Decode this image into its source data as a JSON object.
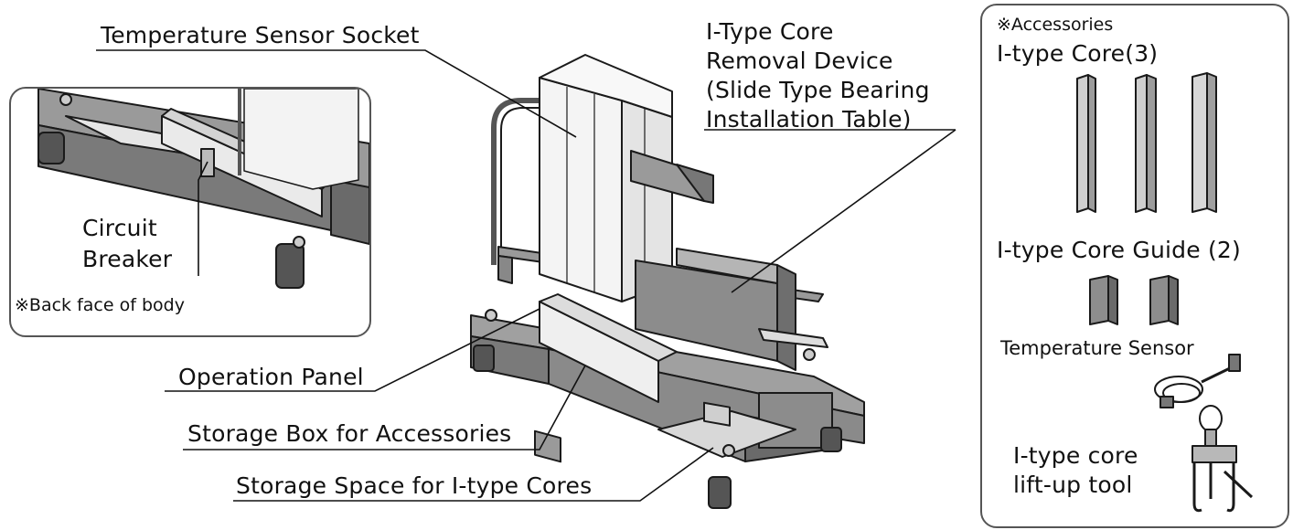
{
  "labels": {
    "temp_socket": "Temperature Sensor Socket",
    "core_removal_line1": "I-Type Core",
    "core_removal_line2": "Removal Device",
    "core_removal_line3": "(Slide Type Bearing",
    "core_removal_line4": "Installation Table)",
    "circuit_breaker_line1": "Circuit",
    "circuit_breaker_line2": "Breaker",
    "back_face_note": "※Back face of body",
    "operation_panel": "Operation Panel",
    "storage_box": "Storage Box for Accessories",
    "storage_space": "Storage Space for I-type Cores"
  },
  "accessories": {
    "heading": "※Accessories",
    "core": "I-type Core(3)",
    "core_guide": "I-type Core Guide (2)",
    "temp_sensor": "Temperature Sensor",
    "lift_tool_line1": "I-type core",
    "lift_tool_line2": "lift-up tool"
  },
  "colors": {
    "line": "#1a1a1a",
    "frame_dark": "#6e6e6e",
    "frame_mid": "#8f8f8f",
    "panel_light": "#e6e6e6",
    "body_white": "#f2f2f2"
  }
}
